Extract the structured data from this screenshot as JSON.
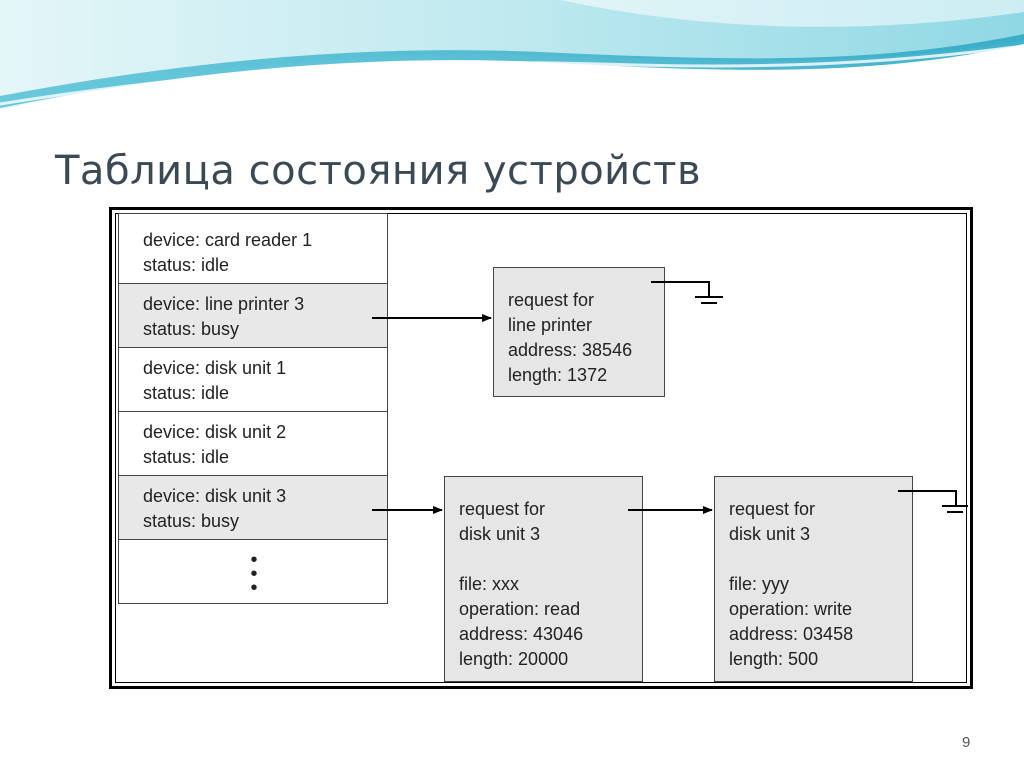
{
  "slide": {
    "title": "Таблица состояния устройств",
    "page_number": "9"
  },
  "devices": [
    {
      "device": "device: card reader 1",
      "status": "status: idle"
    },
    {
      "device": "device: line printer 3",
      "status": "status: busy"
    },
    {
      "device": "device: disk unit 1",
      "status": "status: idle"
    },
    {
      "device": "device: disk unit 2",
      "status": "status: idle"
    },
    {
      "device": "device: disk unit 3",
      "status": "status: busy"
    }
  ],
  "ellipsis": "•\n•\n•",
  "requests": {
    "printer": {
      "lines": [
        "request for",
        "line printer",
        "address: 38546",
        "length: 1372"
      ]
    },
    "disk_read": {
      "lines": [
        "request for",
        "disk unit 3",
        "",
        "file: xxx",
        "operation: read",
        "address: 43046",
        "length: 20000"
      ]
    },
    "disk_write": {
      "lines": [
        "request for",
        "disk unit 3",
        "",
        "file: yyy",
        "operation: write",
        "address: 03458",
        "length: 500"
      ]
    }
  },
  "colors": {
    "wave_light": "#cfeef2",
    "wave_mid": "#7fd3df",
    "wave_dark": "#2aa8c4",
    "busy_fill": "#e8e8e8",
    "request_fill": "#e6e6e6",
    "title": "#3a4a55"
  }
}
